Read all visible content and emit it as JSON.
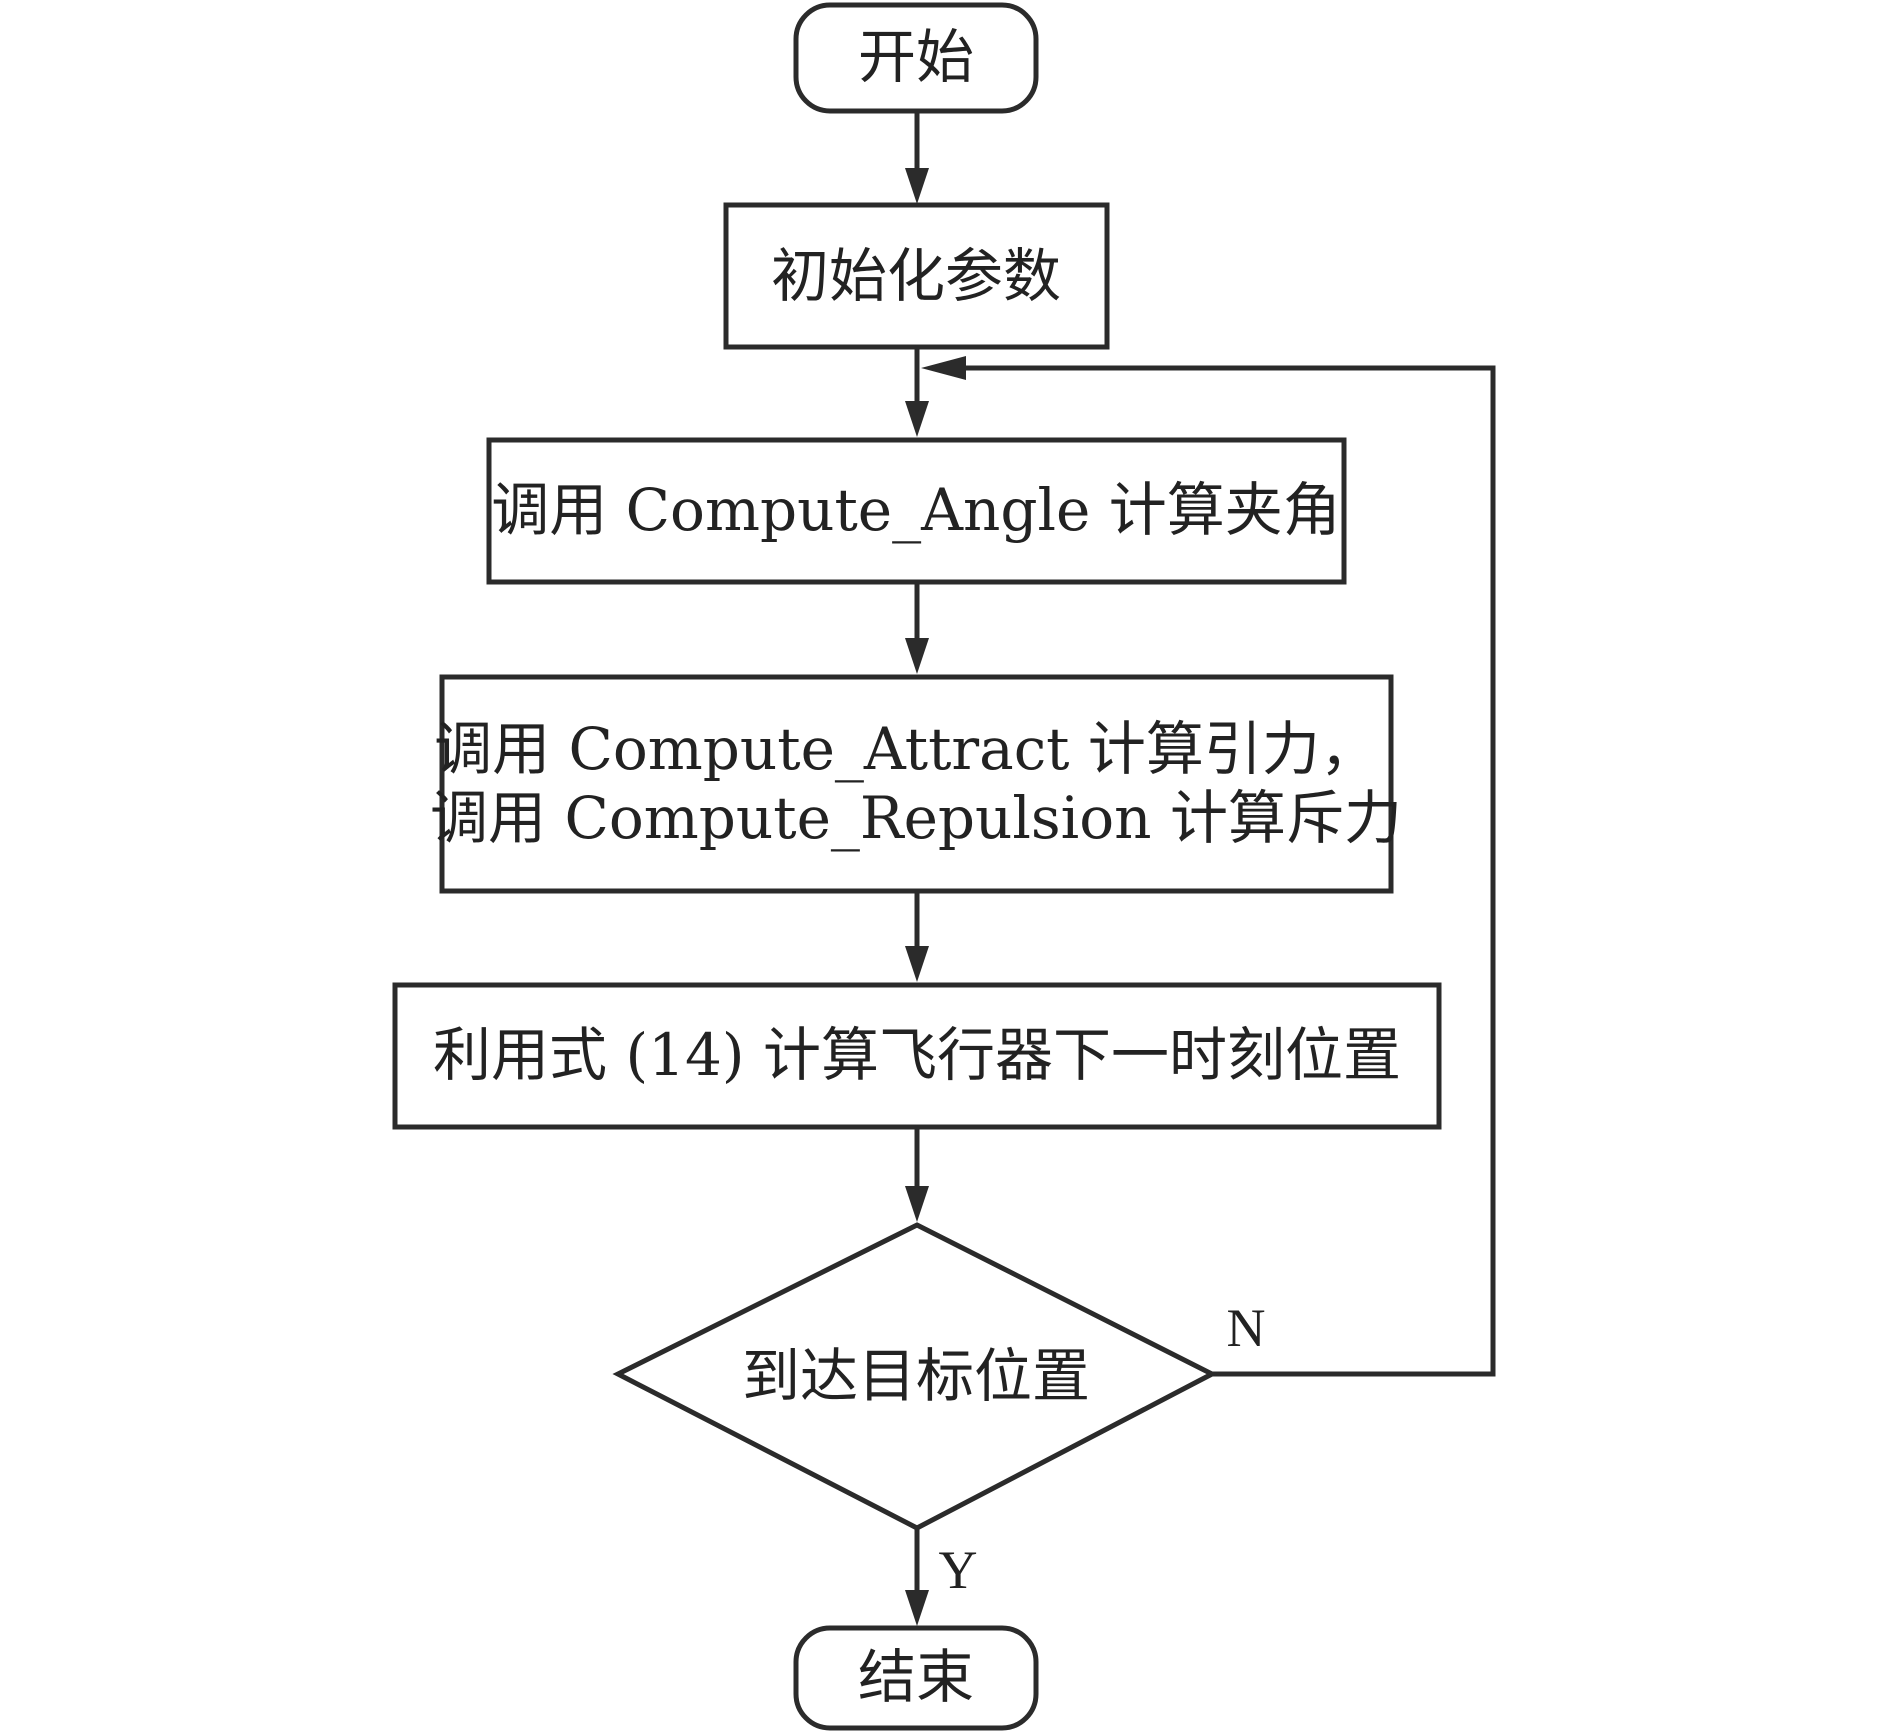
{
  "nodes": {
    "start": "开始",
    "init": "初始化参数",
    "compute_angle": "调用 Compute_Angle 计算夹角",
    "compute_forces_line1": "调用 Compute_Attract 计算引力，",
    "compute_forces_line2": "调用 Compute_Repulsion 计算斥力",
    "update_position": "利用式 (14) 计算飞行器下一时刻位置",
    "decision": "到达目标位置",
    "end": "结束"
  },
  "branches": {
    "no": "N",
    "yes": "Y"
  }
}
